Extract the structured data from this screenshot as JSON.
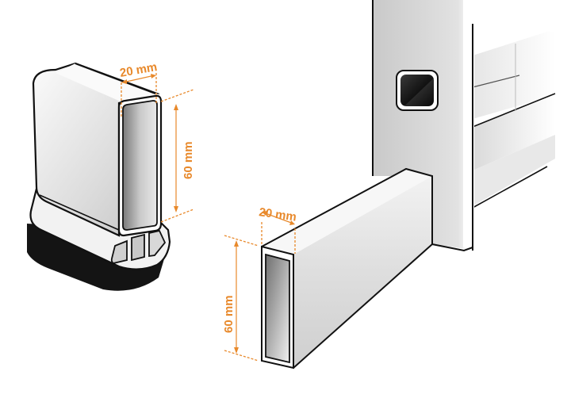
{
  "colors": {
    "dimension": "#e8892b",
    "outline": "#111111",
    "body_light": "#f4f4f4",
    "body_mid": "#d6d6d6",
    "body_dark": "#a9a9a9",
    "foot_black": "#141414"
  },
  "cap": {
    "width_label": "20 mm",
    "height_label": "60 mm"
  },
  "tube": {
    "width_label": "20 mm",
    "height_label": "60 mm"
  },
  "post": {
    "button_icon": "square-button-icon"
  }
}
